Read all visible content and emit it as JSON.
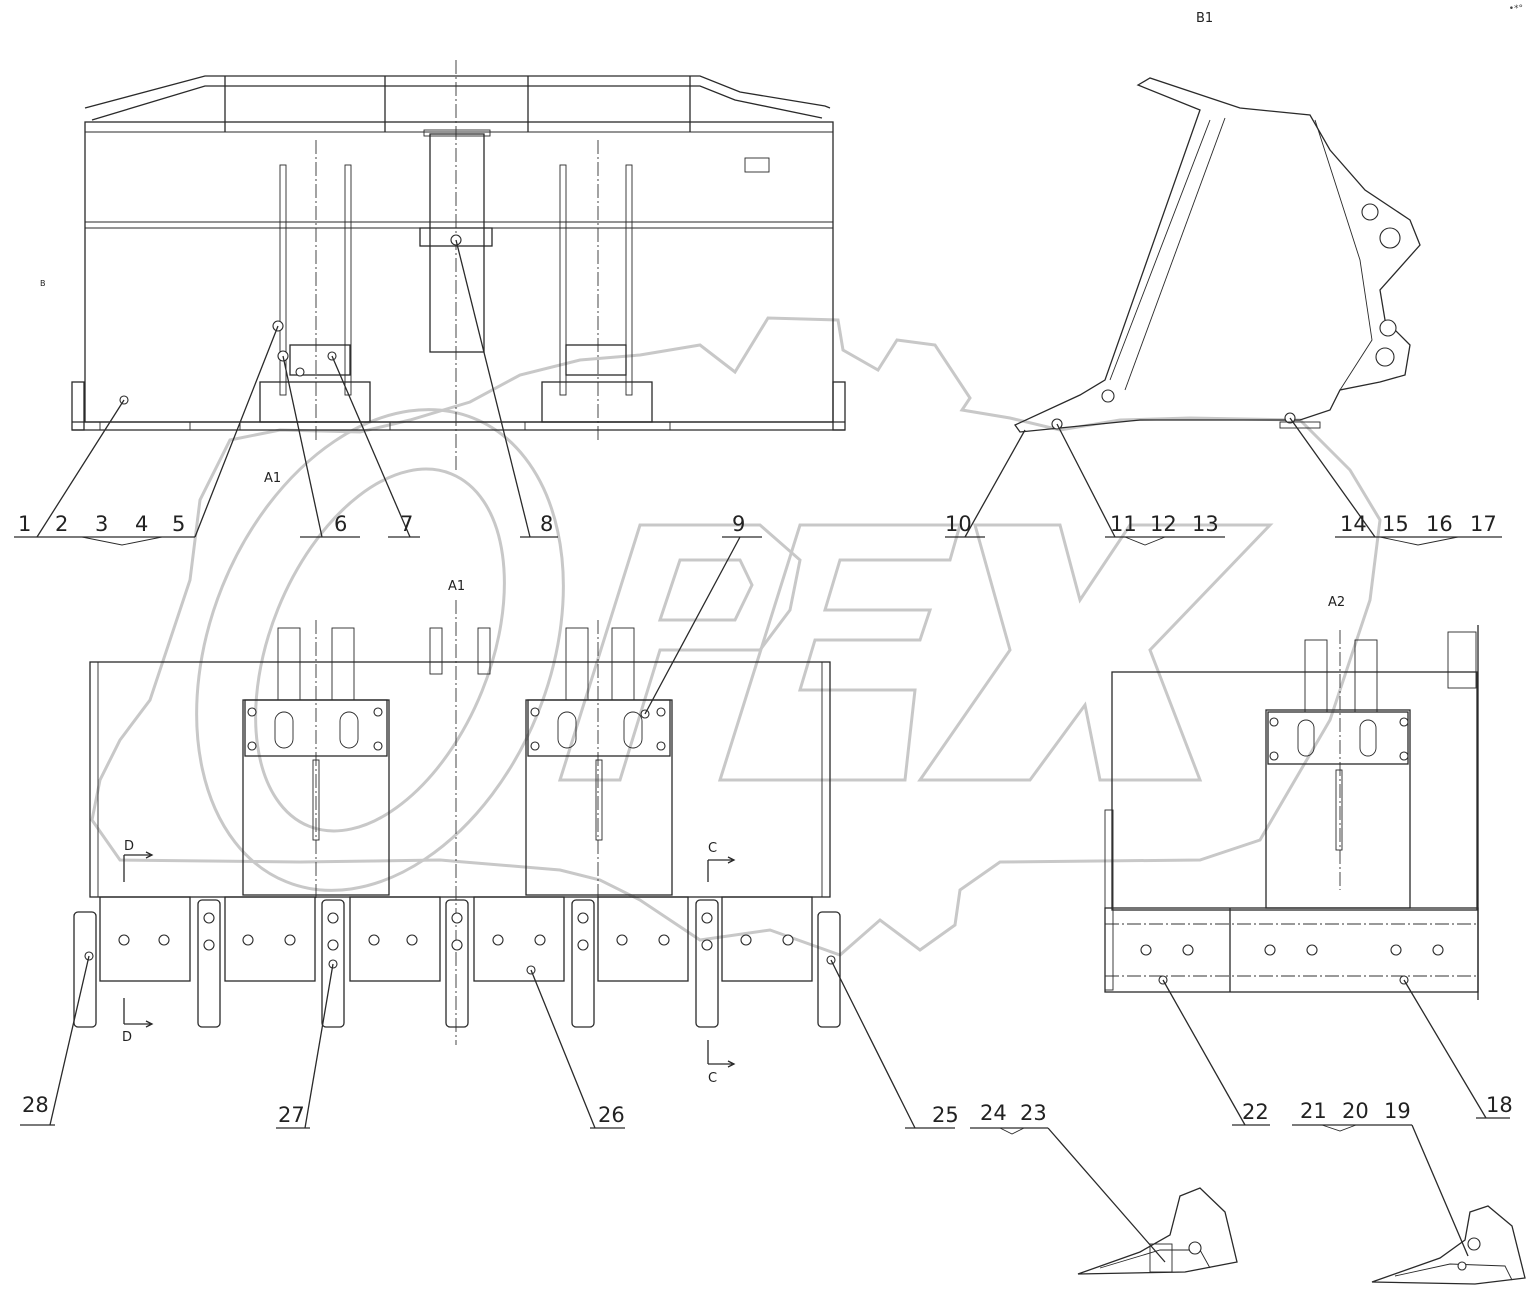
{
  "view_labels": {
    "b1": "B1",
    "a1_top": "A1",
    "a1_bottom": "A1",
    "a2": "A2",
    "b_small": "B"
  },
  "section_marks": {
    "d_top": "D",
    "d_bottom": "D",
    "c_top": "C",
    "c_bottom": "C"
  },
  "callouts": [
    "1",
    "2",
    "3",
    "4",
    "5",
    "6",
    "7",
    "8",
    "9",
    "10",
    "11",
    "12",
    "13",
    "14",
    "15",
    "16",
    "17",
    "18",
    "19",
    "20",
    "21",
    "22",
    "23",
    "24",
    "25",
    "26",
    "27",
    "28"
  ],
  "watermark": {
    "text": "OPEX"
  },
  "corner_mark": "•*°"
}
